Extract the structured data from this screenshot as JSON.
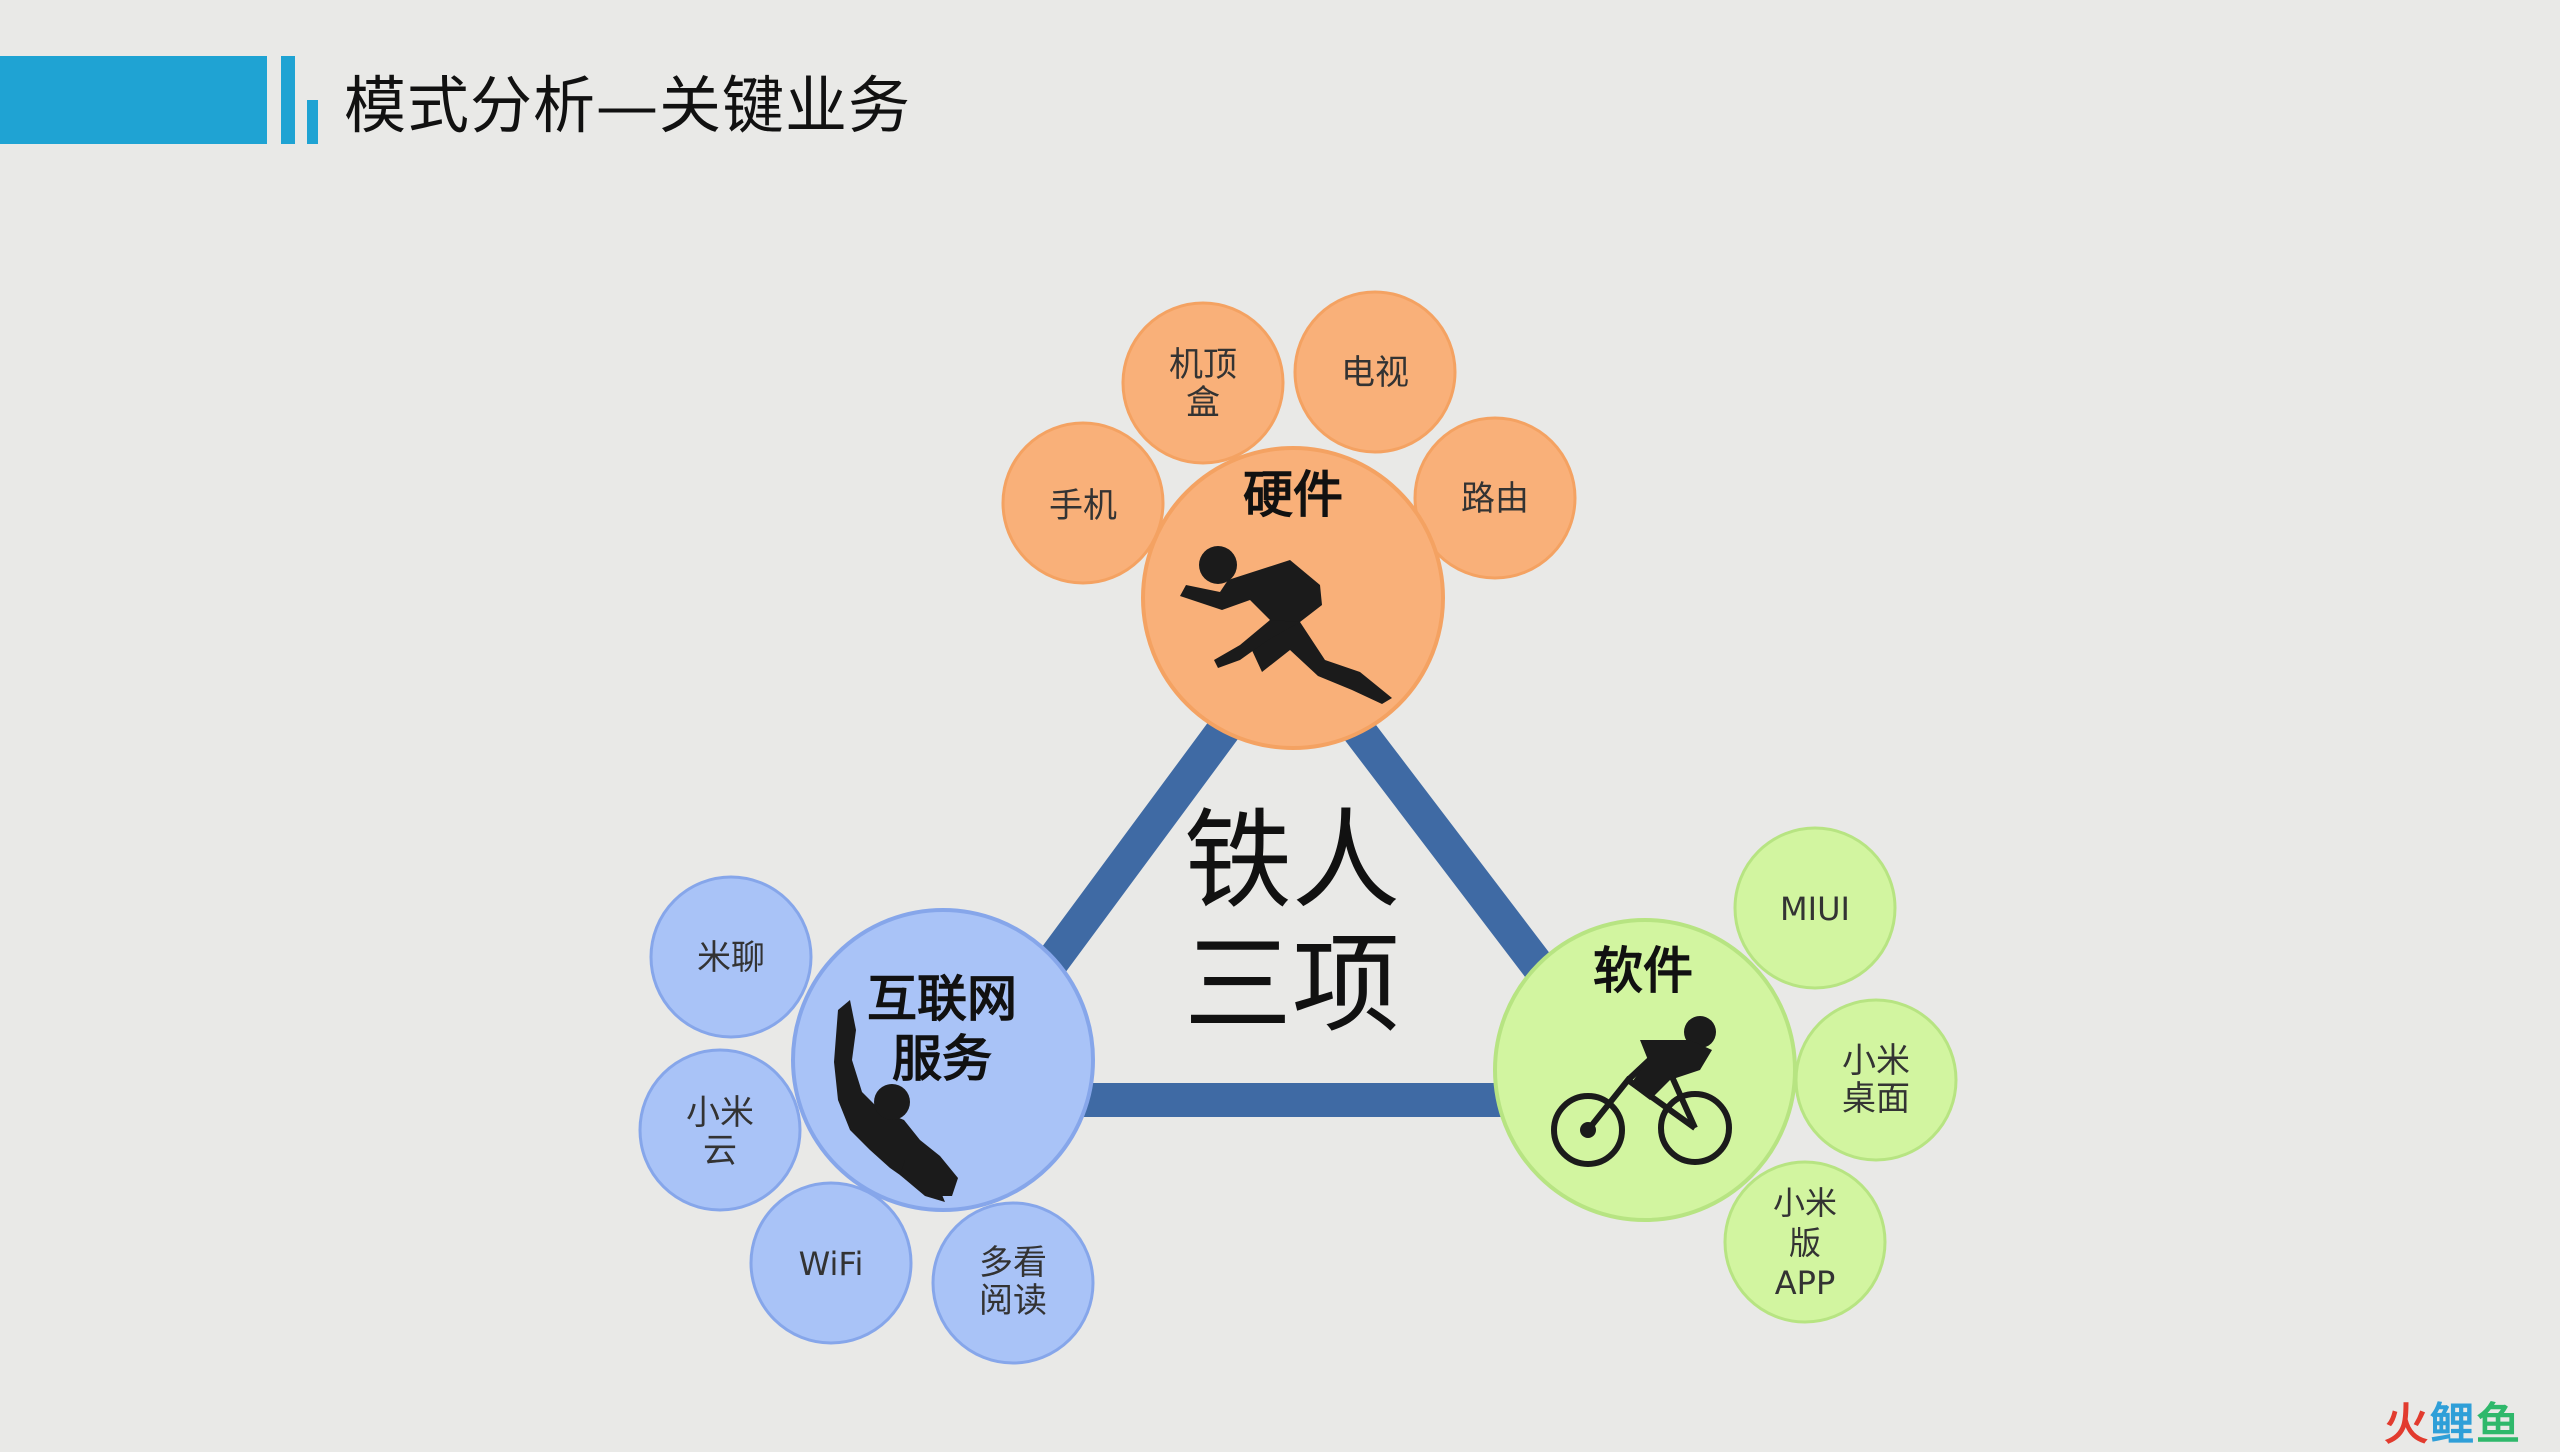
{
  "page": {
    "title": "模式分析—关键业务"
  },
  "diagram": {
    "center": {
      "line1": "铁人",
      "line2": "三项"
    },
    "hardware": {
      "title": "硬件",
      "color": "#f9b079",
      "satellites": [
        {
          "key": "phone",
          "lines": [
            "手机"
          ]
        },
        {
          "key": "settop",
          "lines": [
            "机顶",
            "盒"
          ]
        },
        {
          "key": "tv",
          "lines": [
            "电视"
          ]
        },
        {
          "key": "router",
          "lines": [
            "路由"
          ]
        }
      ]
    },
    "internet": {
      "title_line1": "互联网",
      "title_line2": "服务",
      "color": "#a9c3f7",
      "satellites": [
        {
          "key": "michat",
          "lines": [
            "米聊"
          ]
        },
        {
          "key": "micloud",
          "lines": [
            "小米",
            "云"
          ]
        },
        {
          "key": "wifi",
          "lines": [
            "WiFi"
          ]
        },
        {
          "key": "duokan",
          "lines": [
            "多看",
            "阅读"
          ]
        }
      ]
    },
    "software": {
      "title": "软件",
      "color": "#d2f5a0",
      "satellites": [
        {
          "key": "miui",
          "lines": [
            "MIUI"
          ]
        },
        {
          "key": "desktop",
          "lines": [
            "小米",
            "桌面"
          ]
        },
        {
          "key": "app",
          "lines": [
            "小米",
            "版",
            "APP"
          ]
        }
      ]
    },
    "triangle_color": "#3f6aa4"
  },
  "icons": {
    "runner": "runner-silhouette-icon",
    "swimmer": "swimmer-silhouette-icon",
    "cyclist": "cyclist-silhouette-icon"
  },
  "watermark": {
    "part1": "火",
    "part2": "鲤",
    "part3": "鱼"
  }
}
